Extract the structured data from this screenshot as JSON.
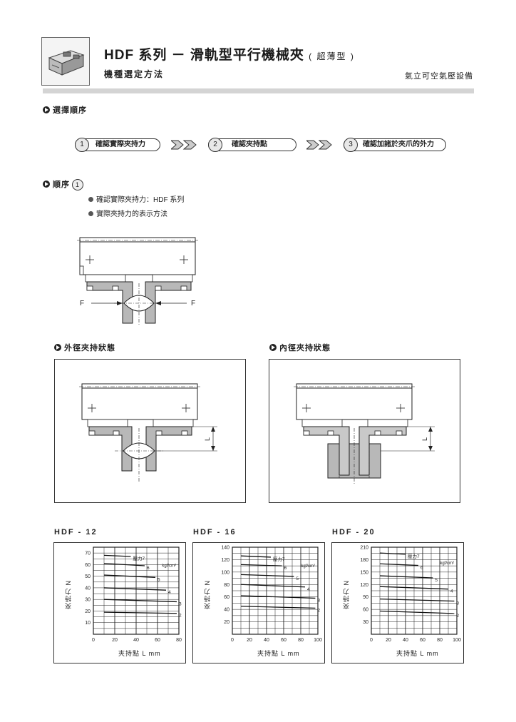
{
  "header": {
    "title_main": "HDF 系列 － 滑軌型平行機械夾",
    "title_sub": "( 超薄型 )",
    "subtitle": "機種選定方法",
    "brand": "氣立可空氣壓設備"
  },
  "sections": {
    "selection_order": "選擇順序",
    "order_1": "順序",
    "order_1_num": "1",
    "outer_grip": "外徑夾持狀態",
    "inner_grip": "內徑夾持狀態"
  },
  "steps": [
    {
      "num": "1",
      "label": "確認實際夾持力"
    },
    {
      "num": "2",
      "label": "確認夾持點"
    },
    {
      "num": "3",
      "label": "確認加諸於夾爪的外力"
    }
  ],
  "bullets": [
    "確認實際夾持力：HDF 系列",
    "實際夾持力的表示方法"
  ],
  "diagram": {
    "force_left": "F",
    "force_right": "F",
    "dim_label": "L"
  },
  "colors": {
    "jaw_gray": "#b8b8b8",
    "grid_line": "#222222",
    "header_bar": "#d4d4d4"
  },
  "chart_data": [
    {
      "type": "line",
      "title": "HDF - 12",
      "xlabel": "夾持點  L mm",
      "ylabel": "夾持力 N",
      "xlim": [
        0,
        80
      ],
      "ylim": [
        0,
        75
      ],
      "xticks": [
        0,
        20,
        40,
        60,
        80
      ],
      "yticks": [
        10,
        20,
        30,
        40,
        50,
        60,
        70
      ],
      "unit_label": "kgf/cm²",
      "pressure_prefix": "壓力",
      "series": [
        {
          "name": "7",
          "x": [
            10,
            35
          ],
          "y": [
            68,
            67
          ]
        },
        {
          "name": "6",
          "x": [
            10,
            48
          ],
          "y": [
            61,
            59
          ]
        },
        {
          "name": "5",
          "x": [
            10,
            58
          ],
          "y": [
            51,
            49
          ]
        },
        {
          "name": "4",
          "x": [
            10,
            68
          ],
          "y": [
            40,
            38
          ]
        },
        {
          "name": "3",
          "x": [
            10,
            78
          ],
          "y": [
            30,
            28
          ]
        },
        {
          "name": "2",
          "x": [
            10,
            78
          ],
          "y": [
            19,
            18
          ]
        }
      ]
    },
    {
      "type": "line",
      "title": "HDF - 16",
      "xlabel": "夾持點  L mm",
      "ylabel": "夾持力 N",
      "xlim": [
        0,
        100
      ],
      "ylim": [
        0,
        140
      ],
      "xticks": [
        0,
        20,
        40,
        60,
        80,
        100
      ],
      "yticks": [
        20,
        40,
        60,
        80,
        100,
        120,
        140
      ],
      "unit_label": "kgf/cm²",
      "pressure_prefix": "壓力",
      "series": [
        {
          "name": "7",
          "x": [
            10,
            45
          ],
          "y": [
            126,
            124
          ]
        },
        {
          "name": "6",
          "x": [
            10,
            58
          ],
          "y": [
            112,
            110
          ]
        },
        {
          "name": "5",
          "x": [
            10,
            72
          ],
          "y": [
            96,
            93
          ]
        },
        {
          "name": "4",
          "x": [
            10,
            85
          ],
          "y": [
            80,
            76
          ]
        },
        {
          "name": "3",
          "x": [
            10,
            97
          ],
          "y": [
            62,
            58
          ]
        },
        {
          "name": "2",
          "x": [
            10,
            97
          ],
          "y": [
            45,
            42
          ]
        }
      ]
    },
    {
      "type": "line",
      "title": "HDF - 20",
      "xlabel": "夾持點  L mm",
      "ylabel": "夾持力 N",
      "xlim": [
        0,
        100
      ],
      "ylim": [
        0,
        210
      ],
      "xticks": [
        0,
        20,
        40,
        60,
        80,
        100
      ],
      "yticks": [
        30,
        60,
        90,
        120,
        150,
        180,
        210
      ],
      "unit_label": "kgf/cm²",
      "pressure_prefix": "壓力",
      "series": [
        {
          "name": "7",
          "x": [
            10,
            40
          ],
          "y": [
            196,
            193
          ]
        },
        {
          "name": "6",
          "x": [
            10,
            55
          ],
          "y": [
            170,
            166
          ]
        },
        {
          "name": "5",
          "x": [
            10,
            72
          ],
          "y": [
            141,
            136
          ]
        },
        {
          "name": "4",
          "x": [
            10,
            90
          ],
          "y": [
            115,
            109
          ]
        },
        {
          "name": "3",
          "x": [
            10,
            97
          ],
          "y": [
            85,
            80
          ]
        },
        {
          "name": "2",
          "x": [
            10,
            97
          ],
          "y": [
            56,
            50
          ]
        }
      ]
    }
  ]
}
